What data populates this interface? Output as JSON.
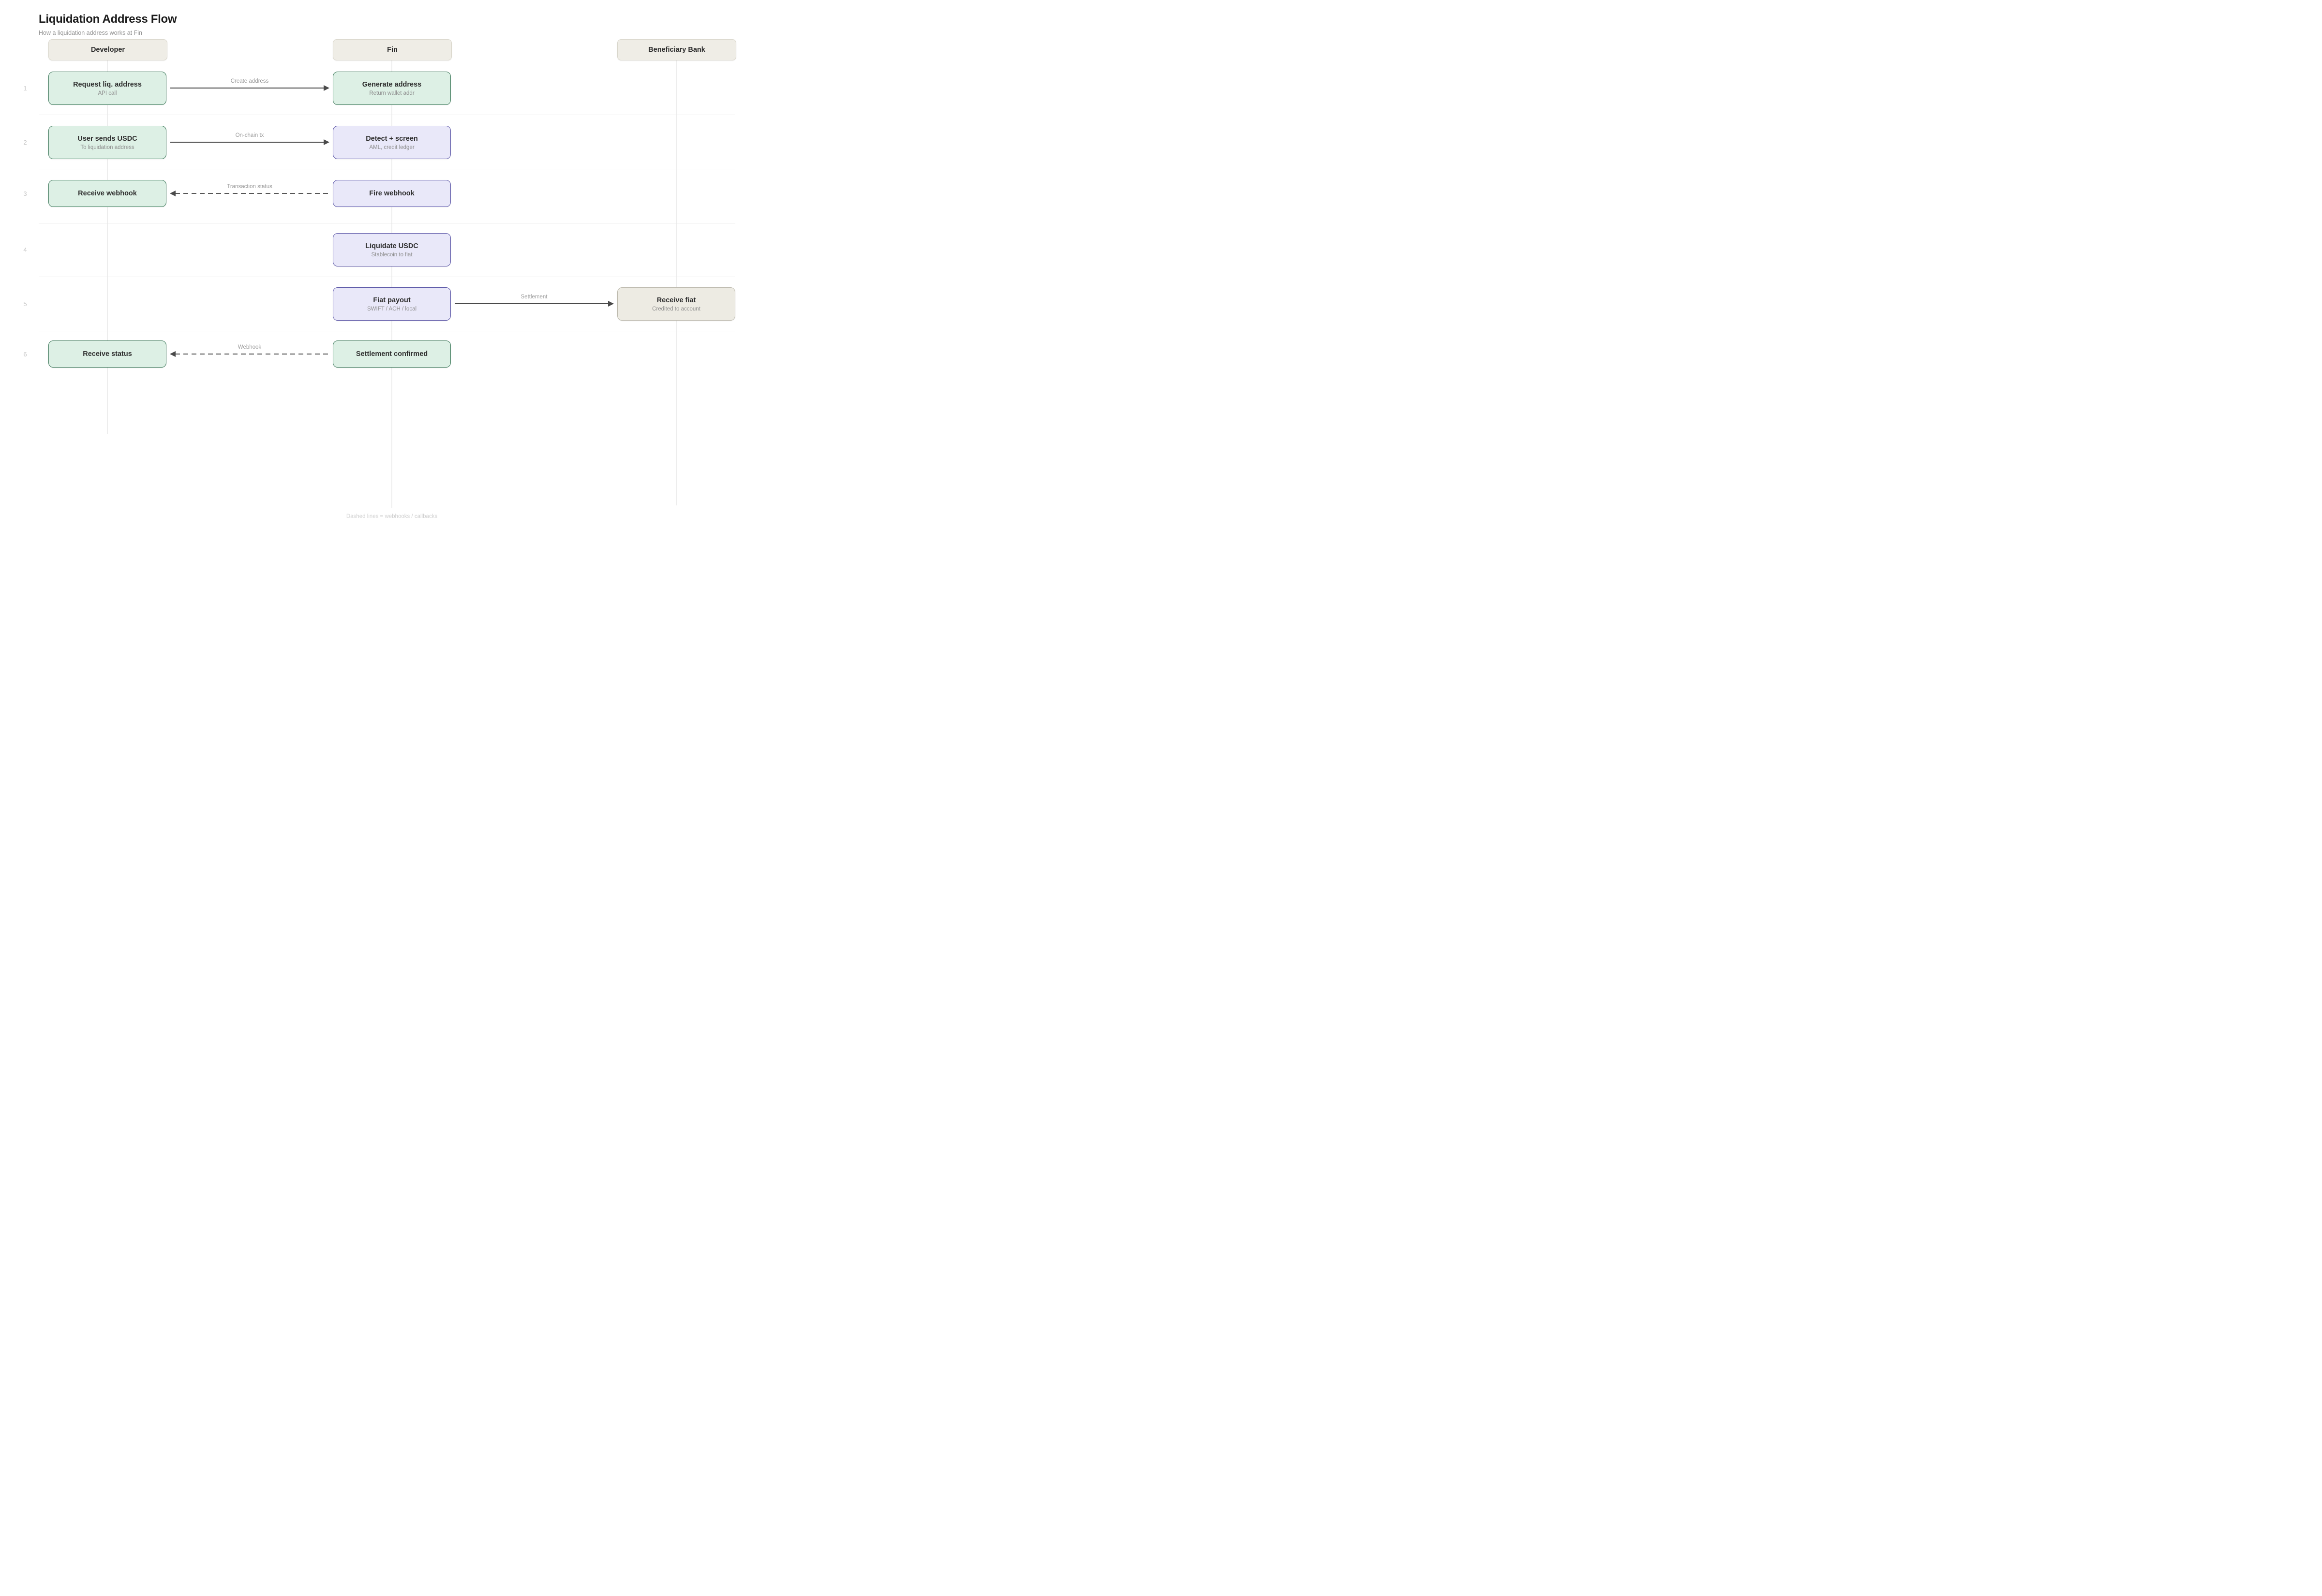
{
  "header": {
    "title": "Liquidation Address Flow",
    "subtitle": "How a liquidation address works at Fin"
  },
  "lanes": [
    {
      "label": "Developer"
    },
    {
      "label": "Fin"
    },
    {
      "label": "Beneficiary Bank"
    }
  ],
  "rows": [
    {
      "num": "1",
      "nodes": [
        {
          "title": "Request liq. address",
          "subtitle": "API call",
          "variant": "green"
        },
        {
          "title": "Generate address",
          "subtitle": "Return wallet addr",
          "variant": "green"
        }
      ],
      "arrow": {
        "label": "Create address",
        "style": "solid",
        "direction": "right"
      }
    },
    {
      "num": "2",
      "nodes": [
        {
          "title": "User sends USDC",
          "subtitle": "To liquidation address",
          "variant": "green"
        },
        {
          "title": "Detect + screen",
          "subtitle": "AML, credit ledger",
          "variant": "purple"
        }
      ],
      "arrow": {
        "label": "On-chain tx",
        "style": "solid",
        "direction": "right"
      }
    },
    {
      "num": "3",
      "nodes": [
        {
          "title": "Receive webhook",
          "variant": "green"
        },
        {
          "title": "Fire webhook",
          "variant": "purple"
        }
      ],
      "arrow": {
        "label": "Transaction status",
        "style": "dashed",
        "direction": "left"
      }
    },
    {
      "num": "4",
      "nodes": [
        {
          "title": "Liquidate USDC",
          "subtitle": "Stablecoin to fiat",
          "variant": "purple"
        }
      ]
    },
    {
      "num": "5",
      "nodes": [
        {
          "title": "Fiat payout",
          "subtitle": "SWIFT / ACH / local",
          "variant": "purple"
        },
        {
          "title": "Receive fiat",
          "subtitle": "Credited to account",
          "variant": "beige"
        }
      ],
      "arrow": {
        "label": "Settlement",
        "style": "solid",
        "direction": "right"
      }
    },
    {
      "num": "6",
      "nodes": [
        {
          "title": "Receive status",
          "variant": "green"
        },
        {
          "title": "Settlement confirmed",
          "variant": "green"
        }
      ],
      "arrow": {
        "label": "Webhook",
        "style": "dashed",
        "direction": "left"
      }
    }
  ],
  "footer": {
    "note": "Dashed lines = webhooks / callbacks"
  },
  "colors": {
    "green-fill": "#ddf0e5",
    "green-border": "#3f7a5c",
    "purple-fill": "#e9e8f9",
    "purple-border": "#5a55a6",
    "beige-fill": "#edebe3",
    "beige-border": "#bdbaae",
    "header-fill": "#efede6",
    "header-border": "#d9d6cb",
    "arrow": "#4a4a4a",
    "separator": "#e9e9e9",
    "lifeline": "#ededed"
  }
}
